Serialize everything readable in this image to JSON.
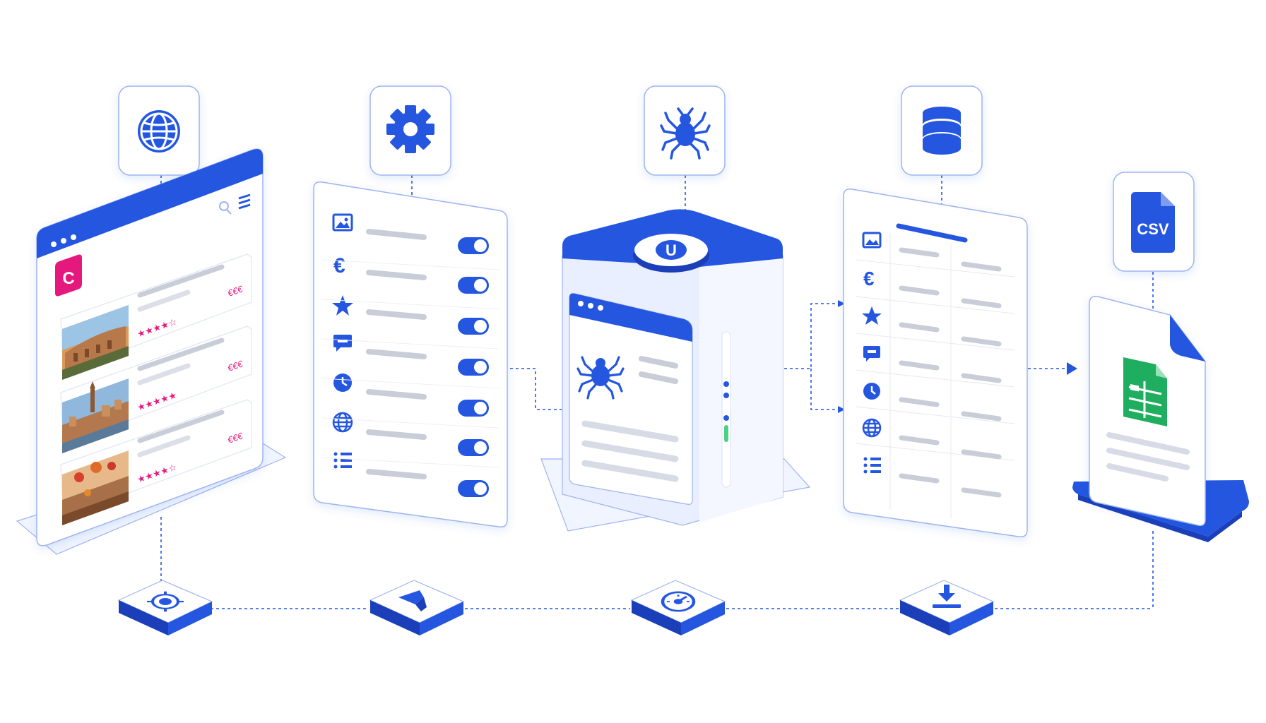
{
  "colors": {
    "primary": "#2456e0",
    "primary_dark": "#1a3fb8",
    "panel_fill": "#ffffff",
    "panel_stroke": "#9fb4ef",
    "shadow_fill": "#eef3ff",
    "line_gray": "#c9cdd8",
    "accent_pink": "#e5197d",
    "sheet_green": "#1fae5f",
    "status_green": "#4ad183"
  },
  "browser": {
    "logo_letter": "C",
    "listings": [
      {
        "photo": "colosseum-photo",
        "price": "€€€",
        "rating": "★★★★☆"
      },
      {
        "photo": "city-skyline-photo",
        "price": "€€€",
        "rating": "★★★★★"
      },
      {
        "photo": "balloons-photo",
        "price": "€€€",
        "rating": "★★★★☆"
      }
    ]
  },
  "pipeline_icons": [
    "globe-icon",
    "gear-icon",
    "spider-icon",
    "database-icon",
    "csv-file-icon"
  ],
  "field_icons": [
    "image-icon",
    "euro-icon",
    "star-icon",
    "review-icon",
    "clock-icon",
    "globe-icon",
    "list-icon"
  ],
  "euro_symbol": "€",
  "server": {
    "badge_letter": "U"
  },
  "export": {
    "file_badge": "CSV"
  },
  "bottom_tiles": [
    "target-icon",
    "filter-icon",
    "speedometer-icon",
    "download-icon"
  ]
}
